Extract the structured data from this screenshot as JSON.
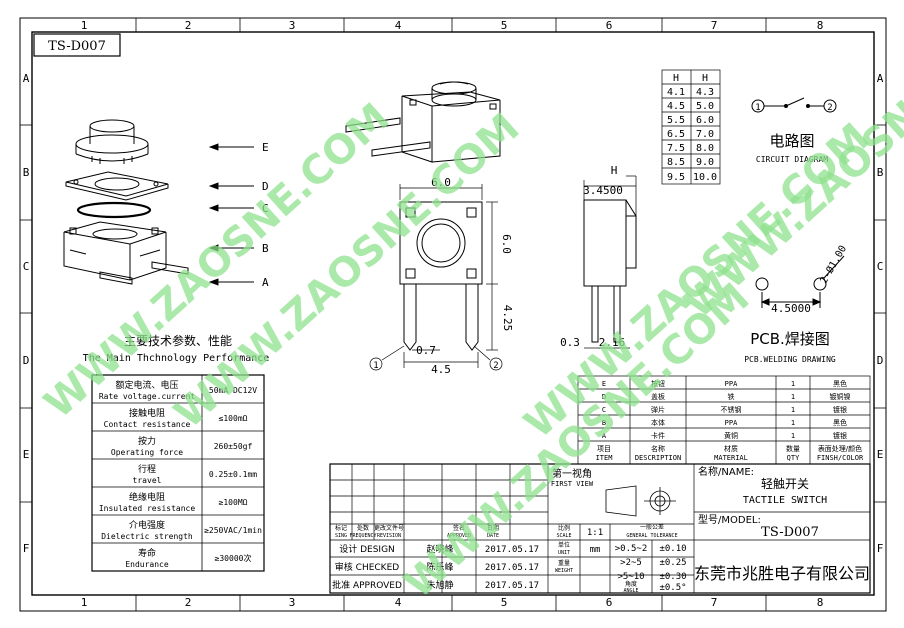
{
  "drawing_number_box": "TS-D007",
  "border": {
    "columns": [
      "1",
      "2",
      "3",
      "4",
      "5",
      "6",
      "7",
      "8"
    ],
    "rows": [
      "A",
      "B",
      "C",
      "D",
      "E",
      "F"
    ]
  },
  "exploded_parts": [
    "E",
    "D",
    "C",
    "B",
    "A"
  ],
  "tech_params": {
    "title_cn": "主要技术参数、性能",
    "title_en": "The Main Thchnology Performance",
    "rows": [
      {
        "cn": "额定电流、电压",
        "en": "Rate voltage.current",
        "value": "50mA DC12V"
      },
      {
        "cn": "接触电阻",
        "en": "Contact resistance",
        "value": "≤100mΩ"
      },
      {
        "cn": "按力",
        "en": "Operating force",
        "value": "260±50gf"
      },
      {
        "cn": "行程",
        "en": "travel",
        "value": "0.25±0.1mm"
      },
      {
        "cn": "绝缘电阻",
        "en": "Insulated resistance",
        "value": "≥100MΩ"
      },
      {
        "cn": "介电强度",
        "en": "Dielectric strength",
        "value": "≥250VAC/1min"
      },
      {
        "cn": "寿命",
        "en": "Endurance",
        "value": "≥30000次"
      }
    ]
  },
  "dimensions": {
    "width": "6.0",
    "height": "6.0",
    "pin_len": "4.25",
    "pin_pitch": "4.5",
    "pin_w": "0.7",
    "side_h": "H",
    "side_w": "3.4500",
    "side_pin": "0.3",
    "side_pin2": "2.16",
    "pin1": "1",
    "pin2": "2"
  },
  "h_table": {
    "header": [
      "H",
      "H"
    ],
    "rows": [
      [
        "4.1",
        "4.3"
      ],
      [
        "4.5",
        "5.0"
      ],
      [
        "5.5",
        "6.0"
      ],
      [
        "6.5",
        "7.0"
      ],
      [
        "7.5",
        "8.0"
      ],
      [
        "8.5",
        "9.0"
      ],
      [
        "9.5",
        "10.0"
      ]
    ]
  },
  "circuit": {
    "title_cn": "电路图",
    "title_en": "CIRCUIT DIAGRAM",
    "pin1": "1",
    "pin2": "2"
  },
  "pcb": {
    "title_cn": "PCB.焊接图",
    "title_en": "PCB.WELDING DRAWING",
    "hole": "2-Ø1.00",
    "pitch": "4.5000"
  },
  "bom": {
    "rows": [
      {
        "item": "E",
        "name": "按钮",
        "material": "PPA",
        "qty": "1",
        "color": "黑色"
      },
      {
        "item": "D",
        "name": "盖板",
        "material": "铁",
        "qty": "1",
        "color": "镀铜镍"
      },
      {
        "item": "C",
        "name": "弹片",
        "material": "不锈钢",
        "qty": "1",
        "color": "镀银"
      },
      {
        "item": "B",
        "name": "本体",
        "material": "PPA",
        "qty": "1",
        "color": "黑色"
      },
      {
        "item": "A",
        "name": "卡件",
        "material": "黄铜",
        "qty": "1",
        "color": "镀银"
      }
    ],
    "header": {
      "item_cn": "项目",
      "item_en": "ITEM",
      "name_cn": "名称",
      "name_en": "DESCRIPTION",
      "mat_cn": "材质",
      "mat_en": "MATERIAL",
      "qty_cn": "数量",
      "qty_en": "QTY",
      "color_cn": "表面处理/颜色",
      "color_en": "FINSH/COLOR"
    }
  },
  "title_block": {
    "first_view_cn": "第一视角",
    "first_view_en": "FIRST VIEW",
    "name_label": "名称/NAME:",
    "name_cn": "轻触开关",
    "name_en": "TACTILE SWITCH",
    "model_label": "型号/MODEL:",
    "model": "TS-D007",
    "company": "东莞市兆胜电子有限公司",
    "rev_headers": [
      {
        "cn": "标记",
        "en": "SING"
      },
      {
        "cn": "处数",
        "en": "FREQUENCY"
      },
      {
        "cn": "更改文件号",
        "en": "REVISION"
      },
      {
        "cn": "签名",
        "en": "APPROVED"
      },
      {
        "cn": "日期",
        "en": "DATE"
      }
    ],
    "scale_cn": "比例",
    "scale_en": "SCALE",
    "scale": "1:1",
    "unit_cn": "单位",
    "unit_en": "UNIT",
    "unit": "mm",
    "weight_cn": "重量",
    "weight_en": "WEIGHT",
    "tol_cn": "一般公差",
    "tol_en": "GENERAL TOLERANCE",
    "tol_rows": [
      {
        "range": ">0.5~2",
        "val": "±0.10"
      },
      {
        "range": ">2~5",
        "val": "±0.25"
      },
      {
        "range": ">5~10",
        "val": "±0.30"
      },
      {
        "range_cn": "角度",
        "range_en": "ANGLE",
        "val": "±0.5°"
      }
    ],
    "sign_rows": [
      {
        "role": "设计 DESIGN",
        "name": "赵晓峰",
        "date": "2017.05.17"
      },
      {
        "role": "审核 CHECKED",
        "name": "陈乐峰",
        "date": "2017.05.17"
      },
      {
        "role": "批准 APPROVED",
        "name": "朱旭静",
        "date": "2017.05.17"
      }
    ]
  },
  "watermark": "WWW.ZAOSNE.COM"
}
